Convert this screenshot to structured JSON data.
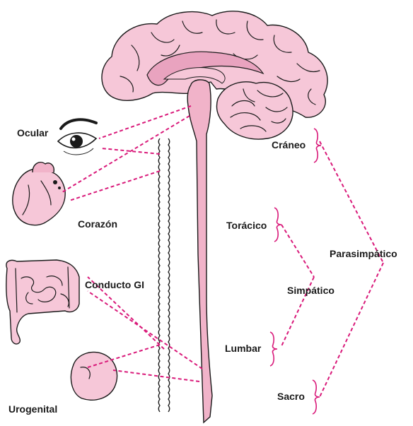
{
  "labels": {
    "ocular": "Ocular",
    "corazon": "Corazón",
    "conducto_gi": "Conducto GI",
    "urogenital": "Urogenital",
    "craneo": "Cráneo",
    "toracico": "Torácico",
    "lumbar": "Lumbar",
    "sacro": "Sacro",
    "parasimpatico": "Parasimpático",
    "simpatico": "Simpático"
  },
  "colors": {
    "tissue": "#f6c7d8",
    "tissue_dark": "#f1b3c9",
    "pathway": "#d91a7a",
    "outline": "#1a1a1a"
  },
  "icons": [
    "brain-icon",
    "eye-icon",
    "heart-icon",
    "intestine-icon",
    "bladder-icon",
    "spinal-cord-icon",
    "sympathetic-chain-icon"
  ]
}
